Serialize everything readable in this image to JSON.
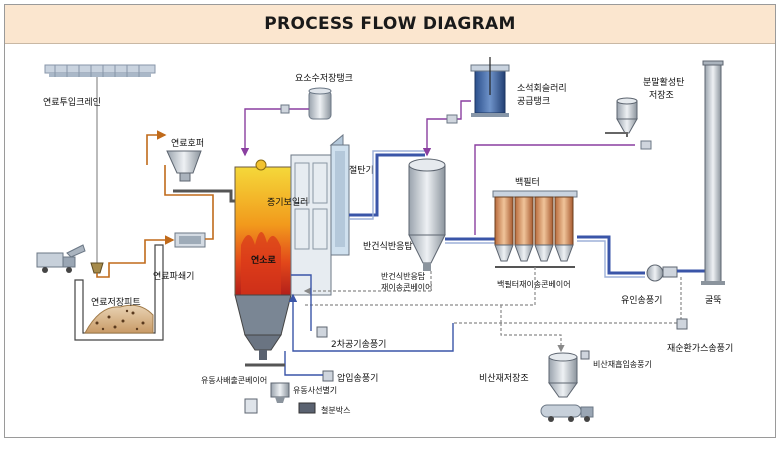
{
  "title": "PROCESS FLOW DIAGRAM",
  "labels": {
    "fuel_crane": "연료투입크레인",
    "fuel_hopper": "연료호퍼",
    "fuel_pit": "연료저장피트",
    "fuel_crusher": "연료파쇄기",
    "urea_tank": "요소수저장탱크",
    "steam_boiler": "증기보일러",
    "furnace": "연소로",
    "economizer": "절탄기",
    "secondary_fan": "2차공기송풍기",
    "pressure_fan": "압입송풍기",
    "sand_conveyor": "유동사배출콘베이어",
    "sand_separator": "유동사선별기",
    "iron_box": "철분박스",
    "semi_dry_reactor": "반건식반응탑",
    "semi_dry_conveyor": "반건식반응탑\n재이송콘베이어",
    "lime_slurry_tank": "소석회슬러리\n공급탱크",
    "activated_carbon": "분말활성탄\n저장조",
    "bag_filter": "백필터",
    "bag_filter_conveyor": "백필터재이송콘베이어",
    "induced_fan": "유인송풍기",
    "stack": "굴뚝",
    "recirc_fan": "재순환가스송풍기",
    "fly_ash_silo": "비산재저장조",
    "fly_ash_fan": "비산재흡입송풍기"
  },
  "colors": {
    "flue_gas": "#3a55a8",
    "fuel": "#c06a1a",
    "chemical": "#8a3fa0",
    "air": "#3a55a8",
    "recirc": "#8a8a8a"
  }
}
